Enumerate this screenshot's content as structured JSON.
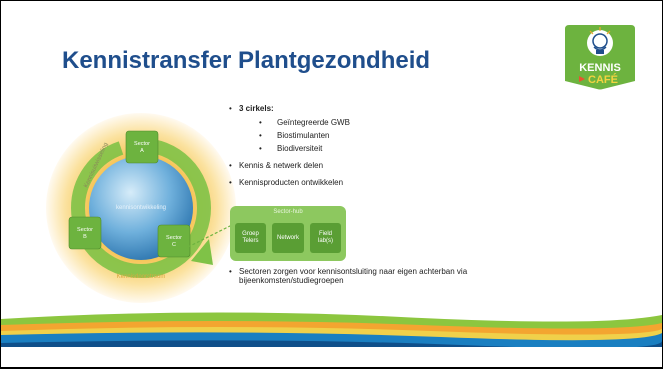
{
  "slide": {
    "title": "Kennistransfer Plantgezondheid",
    "logo": {
      "line1": "KENNIS",
      "line2": "CAFÉ",
      "icon": "lightbulb-coffee-cup-icon"
    },
    "diagram": {
      "center_label": "kennisontwikkeling",
      "outer_top_label": "Kennisuitwisseling",
      "outer_bottom_label": "Kennisdoorstroom",
      "sector_a": {
        "line1": "Sector",
        "line2": "A"
      },
      "sector_b": {
        "line1": "Sector",
        "line2": "B"
      },
      "sector_c": {
        "line1": "Sector",
        "line2": "C"
      }
    },
    "bullets": {
      "circles_title": "3 cirkels:",
      "circles_items": [
        "Geïntegreerde GWB",
        "Biostimulanten",
        "Biodiversiteit"
      ],
      "item2": "Kennis & netwerk delen",
      "item3": "Kennisproducten ontwikkelen",
      "item4_line1": "Sectoren zorgen voor kennisontsluiting naar eigen achterban via",
      "item4_line2": "bijeenkomsten/studiegroepen"
    },
    "sector_hub": {
      "title": "Sector-hub",
      "box1_line1": "Groep",
      "box1_line2": "Telers",
      "box2": "Network",
      "box3_line1": "Field",
      "box3_line2": "lab(s)"
    },
    "colors": {
      "title": "#1f4e8c",
      "green": "#6db33f",
      "blue": "#1a7fc1",
      "orange": "#f3a530"
    }
  }
}
